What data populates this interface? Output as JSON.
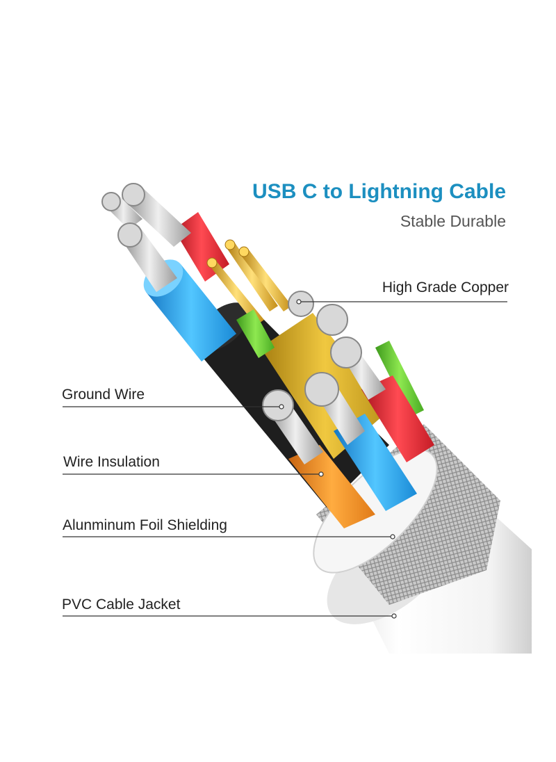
{
  "header": {
    "title": "USB C to Lightning Cable",
    "subtitle": "Stable Durable"
  },
  "callouts": [
    {
      "label": "High Grade Copper"
    },
    {
      "label": "Ground Wire"
    },
    {
      "label": "Wire Insulation"
    },
    {
      "label": "Alunminum Foil Shielding"
    },
    {
      "label": "PVC Cable Jacket"
    }
  ],
  "colors": {
    "title": "#1c8fc0",
    "subtitle": "#555555",
    "wire_blue": "#2aa6e8",
    "wire_red": "#e0303a",
    "wire_black": "#1e1e1e",
    "wire_yellow": "#d8a820",
    "wire_green": "#6cc838",
    "wire_orange": "#f08a20",
    "copper_gold": "#e0b030",
    "jacket_white": "#f2f2f2"
  }
}
